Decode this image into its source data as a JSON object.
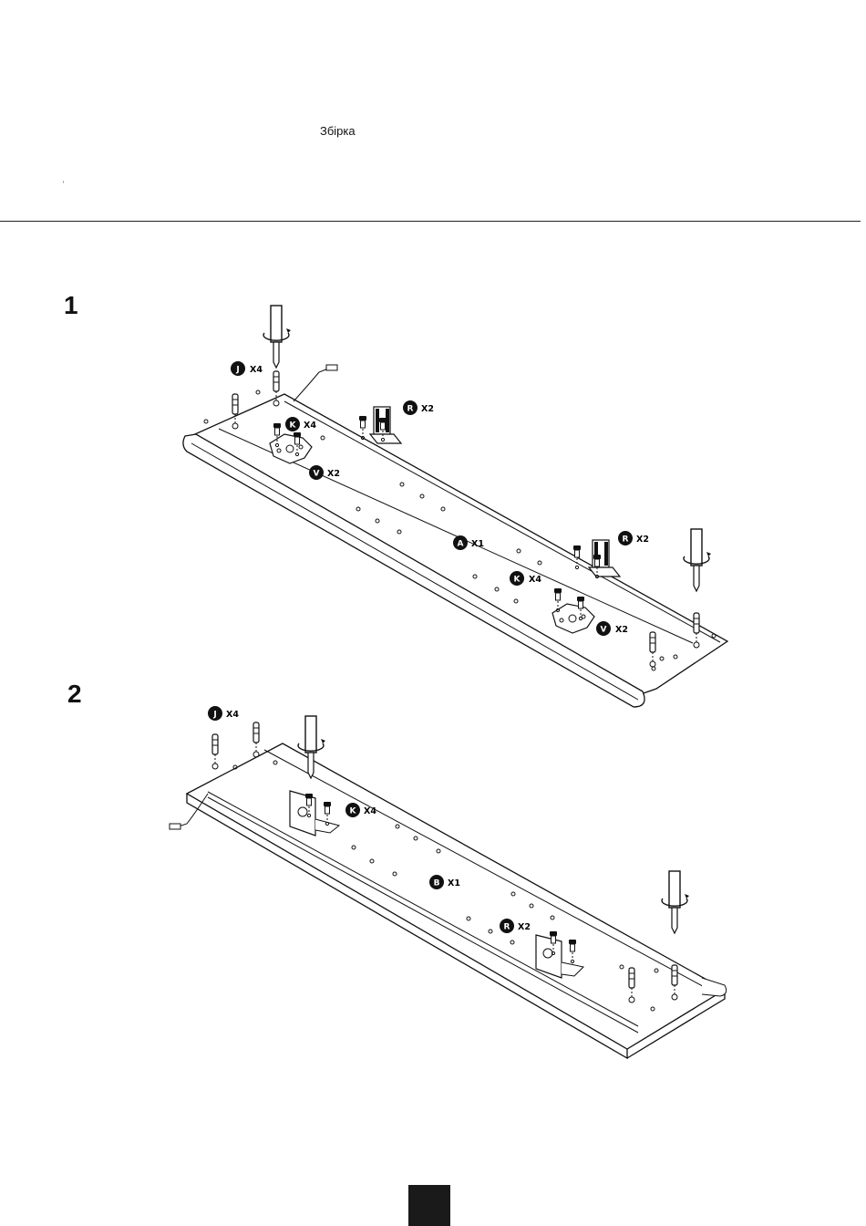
{
  "header": {
    "title": "Збірка",
    "mark": "˒"
  },
  "steps": [
    {
      "number": "1",
      "callouts": [
        {
          "letter": "J",
          "qty": "X4"
        },
        {
          "letter": "K",
          "qty": "X4"
        },
        {
          "letter": "V",
          "qty": "X2"
        },
        {
          "letter": "R",
          "qty": "X2"
        },
        {
          "letter": "A",
          "qty": "X1"
        },
        {
          "letter": "R",
          "qty": "X2"
        },
        {
          "letter": "K",
          "qty": "X4"
        },
        {
          "letter": "V",
          "qty": "X2"
        }
      ]
    },
    {
      "number": "2",
      "callouts": [
        {
          "letter": "J",
          "qty": "X4"
        },
        {
          "letter": "K",
          "qty": "X4"
        },
        {
          "letter": "B",
          "qty": "X1"
        },
        {
          "letter": "R",
          "qty": "X2"
        }
      ]
    }
  ]
}
